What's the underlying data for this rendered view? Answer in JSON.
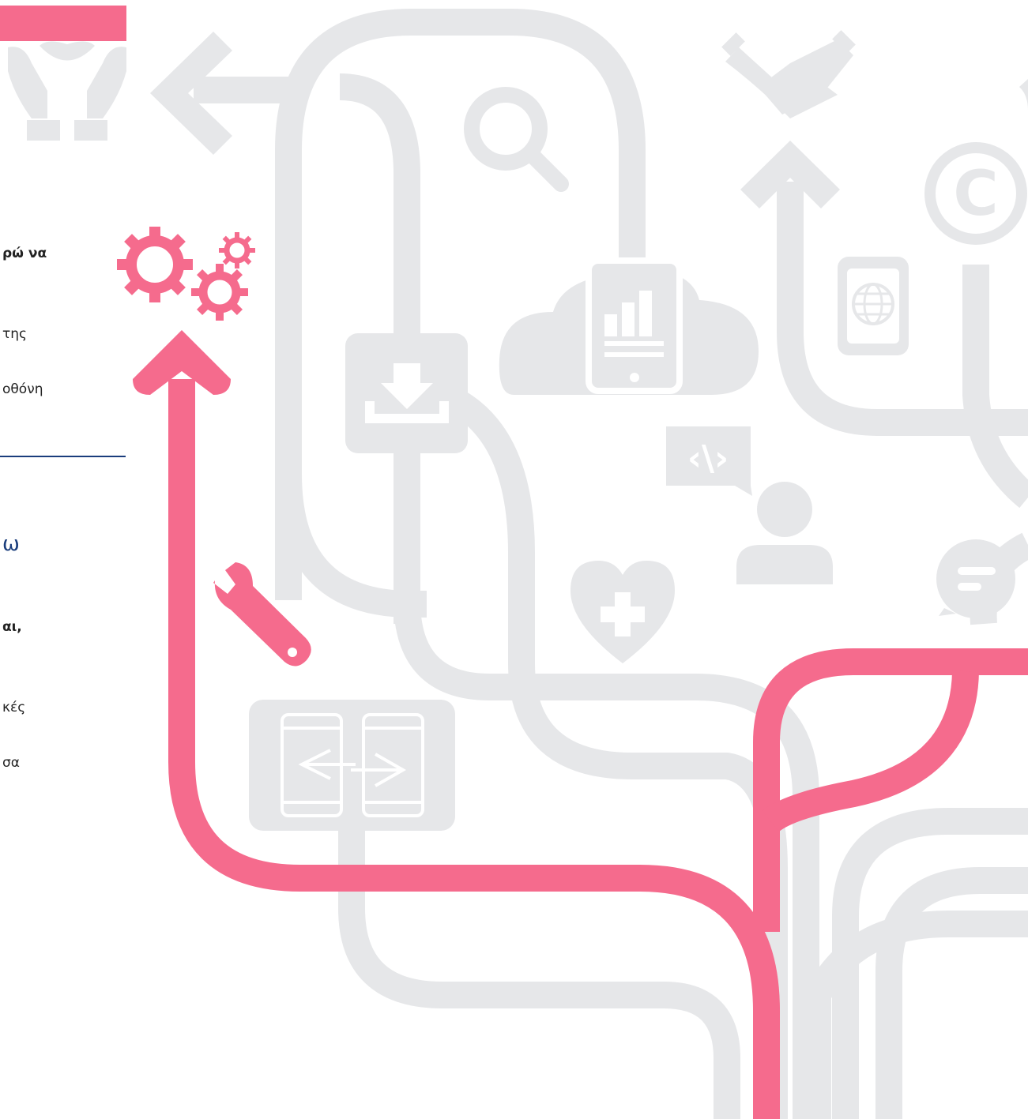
{
  "colors": {
    "accent": "#f56b8d",
    "gray": "#e6e7e9",
    "navy": "#1a3d7c"
  },
  "text_fragments": {
    "line1": "ρώ να",
    "line2": "της",
    "line3": "οθόνη",
    "heading": "ω",
    "line4": "αι,",
    "line5": "κές",
    "line6": "σα"
  },
  "icons": [
    "hands-care-icon",
    "arrow-left-icon",
    "search-icon",
    "handshake-icon",
    "copyright-icon",
    "gears-icon",
    "cloud-tablet-chart-icon",
    "download-tray-icon",
    "phone-globe-icon",
    "code-bubble-icon",
    "person-icon",
    "chat-bubble-icon",
    "wrench-icon",
    "heart-plus-icon",
    "phones-transfer-icon"
  ]
}
